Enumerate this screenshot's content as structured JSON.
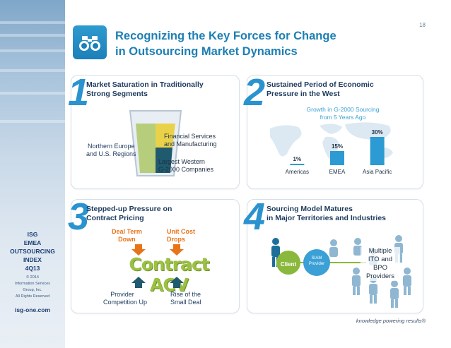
{
  "page_number": "18",
  "title": {
    "line1": "Recognizing the Key Forces for Change",
    "line2": "in Outsourcing Market Dynamics",
    "icon": "binoculars-icon"
  },
  "sidebar": {
    "index_lines": [
      "ISG",
      "EMEA",
      "OUTSOURCING",
      "INDEX",
      "4Q13"
    ],
    "copyright_lines": [
      "© 2014",
      "Information Services",
      "Group, Inc.",
      "All Rights Reserved"
    ],
    "url": "isg-one.com"
  },
  "panel1": {
    "number": "1",
    "title_line1": "Market Saturation in Traditionally",
    "title_line2": "Strong Segments",
    "left_label_line1": "Northern Europe",
    "left_label_line2": "and U.S. Regions",
    "right_top_line1": "Financial Services",
    "right_top_line2": "and Manufacturing",
    "right_bottom_line1": "Largest Western",
    "right_bottom_line2": "G-2000 Companies"
  },
  "panel2": {
    "number": "2",
    "title_line1": "Sustained Period of Economic",
    "title_line2": "Pressure in the West",
    "chart_title_line1": "Growth in G-2000 Sourcing",
    "chart_title_line2": "from 5 Years Ago"
  },
  "chart_data": {
    "type": "bar",
    "title": "Growth in G-2000 Sourcing from 5 Years Ago",
    "categories": [
      "Americas",
      "EMEA",
      "Asia Pacific"
    ],
    "values": [
      1,
      15,
      30
    ],
    "value_labels": [
      "1%",
      "15%",
      "30%"
    ],
    "ylim": [
      0,
      30
    ],
    "color": "#2c9ad3"
  },
  "panel3": {
    "number": "3",
    "title_line1": "Stepped-up Pressure on",
    "title_line2": "Contract Pricing",
    "center_text": "Contract ACV",
    "top_left_line1": "Deal Term",
    "top_left_line2": "Down",
    "top_right_line1": "Unit Cost",
    "top_right_line2": "Drops",
    "bottom_left_line1": "Provider",
    "bottom_left_line2": "Competition Up",
    "bottom_right_line1": "Rise of the",
    "bottom_right_line2": "Small Deal"
  },
  "panel4": {
    "number": "4",
    "title_line1": "Sourcing Model Matures",
    "title_line2": "in Major Territories and Industries",
    "client_label": "Client",
    "siam_line1": "SIAM",
    "siam_line2": "Provider",
    "right_line1": "Multiple",
    "right_line2": "ITO and",
    "right_line3": "BPO",
    "right_line4": "Providers"
  },
  "footer_tagline": "knowledge powering results®",
  "colors": {
    "accent_blue": "#2a93cf",
    "orange": "#e8741a",
    "green": "#8ab83c",
    "navy": "#1d3a5e"
  }
}
